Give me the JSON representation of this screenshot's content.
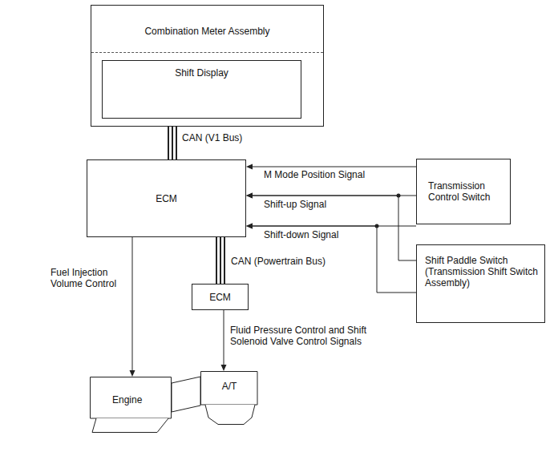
{
  "diagram": {
    "nodes": [
      {
        "text": [
          "Combination Meter Assembly"
        ]
      },
      {
        "text": [
          "Shift Display"
        ],
        "in": 0
      },
      {
        "text": [
          "ECM"
        ]
      },
      {
        "text": [
          "Transmission Control Switch"
        ]
      },
      {
        "text": [
          "Shift Paddle Switch (Transmission Shift Switch Assembly)"
        ]
      },
      {
        "text": [
          "ECM"
        ]
      },
      {
        "text": [
          "Engine"
        ]
      },
      {
        "text": [
          "A/T"
        ]
      }
    ],
    "edges": [
      {
        "from": 0,
        "to": 2,
        "label": "CAN (V1 Bus)",
        "arrow": "none"
      },
      {
        "from": 3,
        "to": 2,
        "label": "M Mode Position Signal",
        "arrow": "to"
      },
      {
        "from": 3,
        "to": 2,
        "label": "Shift-up Signal",
        "arrow": "to"
      },
      {
        "from": 3,
        "to": 2,
        "label": "Shift-down Signal",
        "arrow": "to"
      },
      {
        "from": 4,
        "to": 2,
        "arrow": "to"
      },
      {
        "from": 4,
        "to": 2,
        "arrow": "to"
      },
      {
        "from": 2,
        "to": 5,
        "label": "CAN (Powertrain Bus)",
        "arrow": "none"
      },
      {
        "from": 2,
        "to": 6,
        "label": "Fuel Injection Volume Control",
        "arrow": "to"
      },
      {
        "from": 5,
        "to": 7,
        "label": "Fluid Pressure Control and Shift Solenoid Valve Control Signals",
        "arrow": "to"
      }
    ]
  }
}
